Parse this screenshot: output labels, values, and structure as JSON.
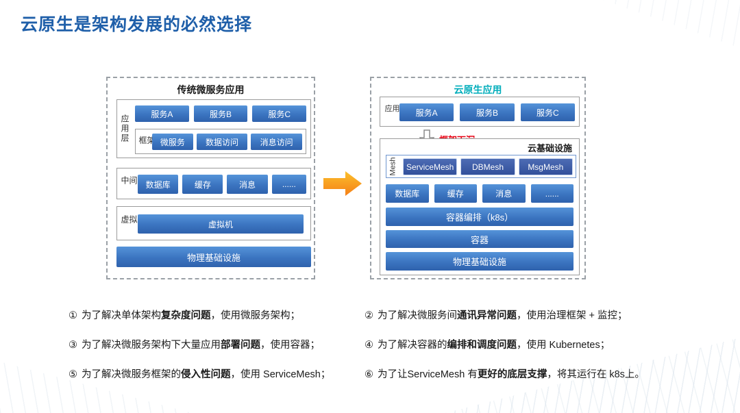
{
  "title": "云原生是架构发展的必然选择",
  "left": {
    "title": "传统微服务应用",
    "app_layer": "应用层",
    "services": [
      "服务A",
      "服务B",
      "服务C"
    ],
    "framework": "框架",
    "framework_items": [
      "微服务",
      "数据访问",
      "消息访问"
    ],
    "middleware_label": "中间件",
    "middleware": [
      "数据库",
      "缓存",
      "消息",
      "......"
    ],
    "virt_label": "虚拟化",
    "vm": "虚拟机",
    "physical": "物理基础设施"
  },
  "right": {
    "title": "云原生应用",
    "app_layer": "应用层",
    "services": [
      "服务A",
      "服务B",
      "服务C"
    ],
    "sink": "框架下沉",
    "infra_title": "云基础设施",
    "mesh_label": "Mesh",
    "mesh_items": [
      "ServiceMesh",
      "DBMesh",
      "MsgMesh"
    ],
    "middleware": [
      "数据库",
      "缓存",
      "消息",
      "......"
    ],
    "orchestration": "容器编排（k8s）",
    "container": "容器",
    "physical": "物理基础设施"
  },
  "notes": [
    {
      "num": "①",
      "pre": "为了解决单体架构",
      "bold": "复杂度问题",
      "post": "，使用微服务架构；"
    },
    {
      "num": "②",
      "pre": "为了解决微服务间",
      "bold": "通讯异常问题",
      "post": "，使用治理框架 + 监控；"
    },
    {
      "num": "③",
      "pre": "为了解决微服务架构下大量应用",
      "bold": "部署问题",
      "post": "，使用容器；"
    },
    {
      "num": "④",
      "pre": "为了解决容器的",
      "bold": "编排和调度问题",
      "post": "，使用 Kubernetes；"
    },
    {
      "num": "⑤",
      "pre": "为了解决微服务框架的",
      "bold": "侵入性问题",
      "post": "，使用 ServiceMesh；"
    },
    {
      "num": "⑥",
      "pre": "为了让ServiceMesh 有",
      "bold": "更好的底层支撑",
      "post": "，将其运行在 k8s上。"
    }
  ],
  "colors": {
    "title_blue": "#1F5FA9",
    "right_title_teal": "#00ADBB",
    "sink_red": "#E60012",
    "box_blue": "#3B74C0",
    "mesh_blue": "#32509B",
    "arrow_orange": "#F8A51B"
  }
}
